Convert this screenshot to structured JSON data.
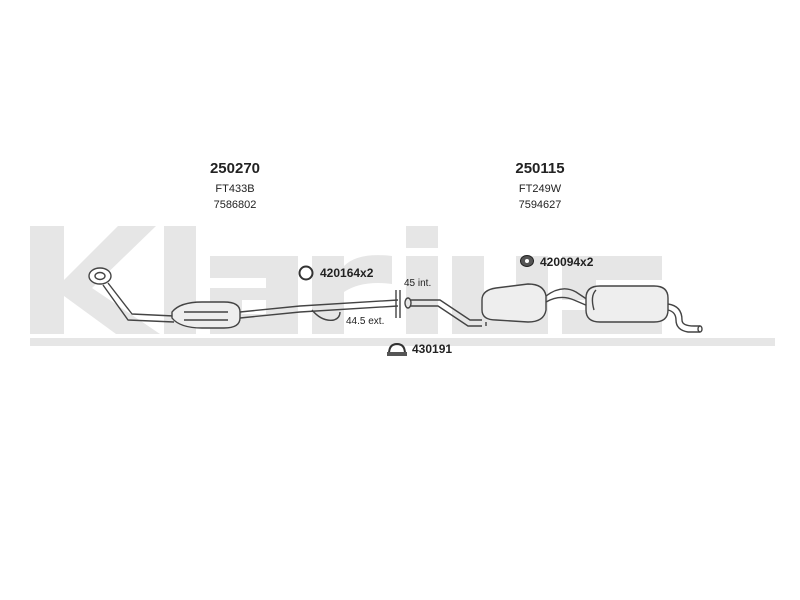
{
  "brand": {
    "logo_text": "klarius",
    "logo_color": "#e6e6e6"
  },
  "parts": [
    {
      "number": "250270",
      "ref": "FT433B",
      "oe": "7586802"
    },
    {
      "number": "250115",
      "ref": "FT249W",
      "oe": "7594627"
    }
  ],
  "accessories": [
    {
      "code": "420164x2",
      "icon": "ring-gasket-icon"
    },
    {
      "code": "420094x2",
      "icon": "rubber-mount-icon"
    },
    {
      "code": "430191",
      "icon": "clamp-icon"
    }
  ],
  "dimensions": {
    "internal": "45 int.",
    "external": "44.5 ext."
  },
  "colors": {
    "line": "#444444",
    "text": "#222222"
  }
}
